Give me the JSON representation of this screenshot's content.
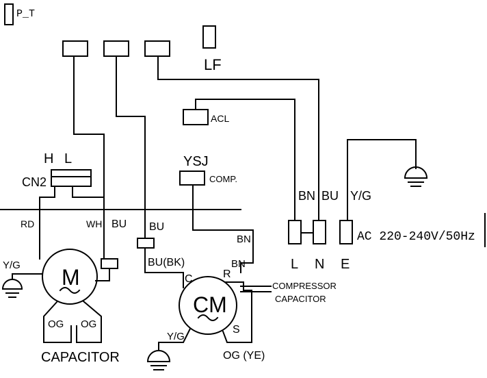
{
  "labels": {
    "pt": "P_T",
    "lf": "LF",
    "acl": "ACL",
    "h": "H",
    "l_top": "L",
    "cn2": "CN2",
    "ysj": "YSJ",
    "comp": "COMP.",
    "bn_top": "BN",
    "bu_top": "BU",
    "yg_top": "Y/G",
    "rd": "RD",
    "wh": "WH",
    "bu1": "BU",
    "bu2": "BU",
    "bn_right": "BN",
    "yg_left": "Y/G",
    "m": "M",
    "bu_bk": "BU(BK)",
    "c": "C",
    "r": "R",
    "bn_r": "BN",
    "cm": "CM",
    "s": "S",
    "yg_cm": "Y/G",
    "og1": "OG",
    "og2": "OG",
    "capacitor": "CAPACITOR",
    "og_ye": "OG (YE)",
    "comp_cap_1": "COMPRESSOR",
    "comp_cap_2": "CAPACITOR",
    "term_l": "L",
    "term_n": "N",
    "term_e": "E",
    "ac": "AC 220-240V/50Hz"
  },
  "colors": {
    "background": "#000000",
    "panel": "#ffffff",
    "line": "#000000"
  }
}
